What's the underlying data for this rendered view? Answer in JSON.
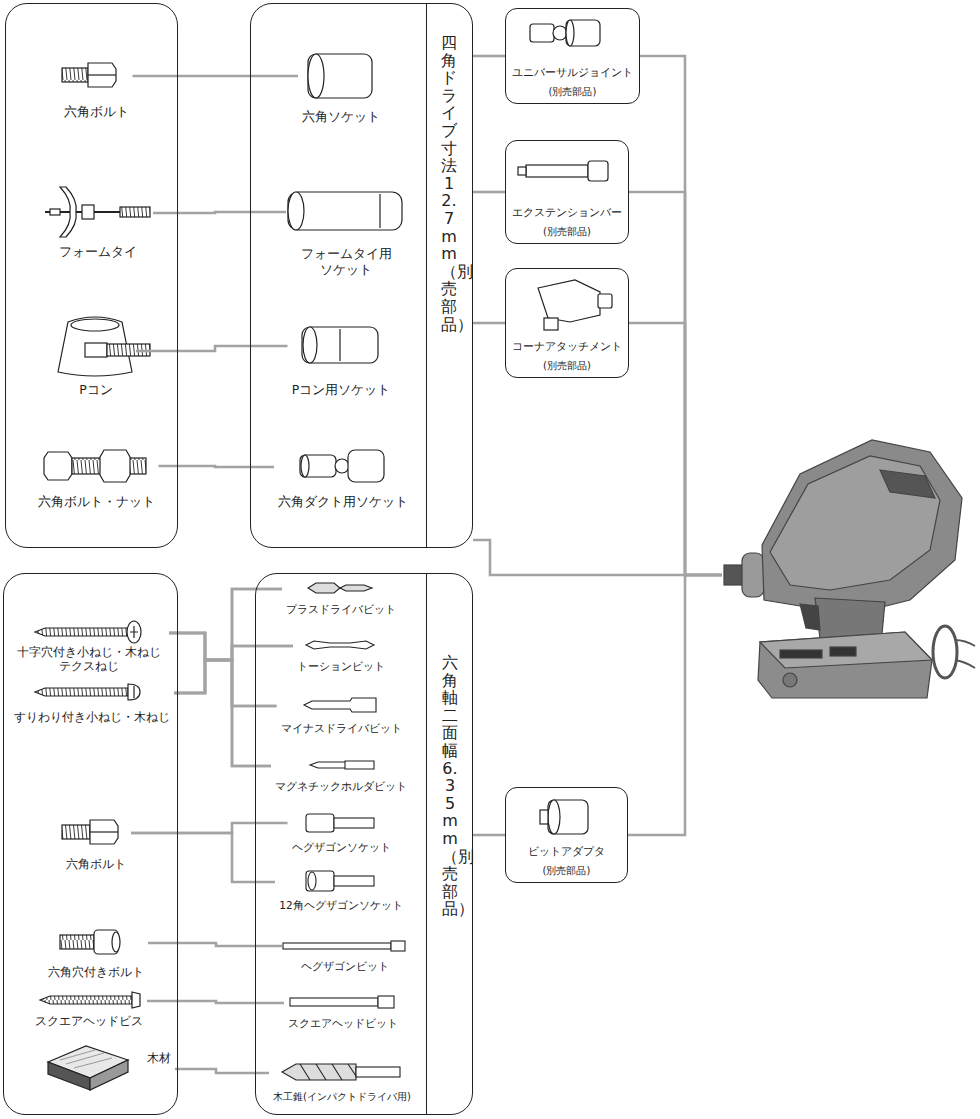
{
  "diagram": {
    "nodes": [
      {
        "text": []
      },
      {
        "text": [
          "六角ボルト"
        ],
        "in": 0
      },
      {
        "text": [
          "フォームタイ"
        ],
        "in": 0
      },
      {
        "text": [
          "Pコン"
        ],
        "in": 0
      },
      {
        "text": [
          "六角ボルト・ナット"
        ],
        "in": 0
      },
      {
        "text": [
          "四角ドライブ寸法 12.7 mm （別売部品）"
        ]
      },
      {
        "text": [
          "六角ソケット"
        ],
        "in": 5
      },
      {
        "text": [
          "フォームタイ用 ソケット"
        ],
        "in": 5
      },
      {
        "text": [
          "Pコン用ソケット"
        ],
        "in": 5
      },
      {
        "text": [
          "六角ダクト用ソケット"
        ],
        "in": 5
      },
      {
        "text": [
          "ユニバーサルジョイント",
          "(別売部品)"
        ]
      },
      {
        "text": [
          "エクステンションバー",
          "(別売部品)"
        ]
      },
      {
        "text": [
          "コーナアタッチメント",
          "(別売部品)"
        ]
      },
      {
        "text": []
      },
      {
        "text": []
      },
      {
        "text": [
          "十字穴付き小ねじ・木ねじ テクスねじ"
        ],
        "in": 14
      },
      {
        "text": [
          "すりわり付き小ねじ・木ねじ"
        ],
        "in": 14
      },
      {
        "text": [
          "六角ボルト"
        ],
        "in": 14
      },
      {
        "text": [
          "六角穴付きボルト"
        ],
        "in": 14
      },
      {
        "text": [
          "スクエアヘッドビス"
        ],
        "in": 14
      },
      {
        "text": [
          "木材"
        ],
        "in": 14
      },
      {
        "text": [
          "六角軸二面幅 6.35 mm （別売部品）"
        ]
      },
      {
        "text": [
          "プラスドライバビット"
        ],
        "in": 21
      },
      {
        "text": [
          "トーションビット"
        ],
        "in": 21
      },
      {
        "text": [
          "マイナスドライバビット"
        ],
        "in": 21
      },
      {
        "text": [
          "マグネチックホルダビット"
        ],
        "in": 21
      },
      {
        "text": [
          "ヘグザゴンソケット"
        ],
        "in": 21
      },
      {
        "text": [
          "12角ヘグザゴンソケット"
        ],
        "in": 21
      },
      {
        "text": [
          "ヘグザゴンビット"
        ],
        "in": 21
      },
      {
        "text": [
          "スクエアヘッドビット"
        ],
        "in": 21
      },
      {
        "text": [
          "木工錐(インパクトドライバ用)"
        ],
        "in": 21
      },
      {
        "text": [
          "ビットアダプタ",
          "(別売部品)"
        ]
      }
    ],
    "edges": [
      {
        "from": 1,
        "to": 6,
        "arrow": "none"
      },
      {
        "from": 2,
        "to": 7,
        "arrow": "none"
      },
      {
        "from": 3,
        "to": 8,
        "arrow": "none"
      },
      {
        "from": 4,
        "to": 9,
        "arrow": "none"
      },
      {
        "from": 5,
        "to": 10,
        "arrow": "none"
      },
      {
        "from": 5,
        "to": 11,
        "arrow": "none"
      },
      {
        "from": 5,
        "to": 12,
        "arrow": "none"
      },
      {
        "from": 10,
        "to": 13,
        "arrow": "none"
      },
      {
        "from": 11,
        "to": 13,
        "arrow": "none"
      },
      {
        "from": 12,
        "to": 13,
        "arrow": "none"
      },
      {
        "from": 5,
        "to": 13,
        "arrow": "none"
      },
      {
        "from": 15,
        "to": 22,
        "arrow": "none"
      },
      {
        "from": 15,
        "to": 23,
        "arrow": "none"
      },
      {
        "from": 15,
        "to": 24,
        "arrow": "none"
      },
      {
        "from": 15,
        "to": 25,
        "arrow": "none"
      },
      {
        "from": 16,
        "to": 22,
        "arrow": "none"
      },
      {
        "from": 16,
        "to": 23,
        "arrow": "none"
      },
      {
        "from": 16,
        "to": 24,
        "arrow": "none"
      },
      {
        "from": 16,
        "to": 25,
        "arrow": "none"
      },
      {
        "from": 17,
        "to": 26,
        "arrow": "none"
      },
      {
        "from": 17,
        "to": 27,
        "arrow": "none"
      },
      {
        "from": 18,
        "to": 28,
        "arrow": "none"
      },
      {
        "from": 19,
        "to": 29,
        "arrow": "none"
      },
      {
        "from": 20,
        "to": 30,
        "arrow": "none"
      },
      {
        "from": 21,
        "to": 31,
        "arrow": "none"
      },
      {
        "from": 31,
        "to": 13,
        "arrow": "none"
      }
    ]
  }
}
